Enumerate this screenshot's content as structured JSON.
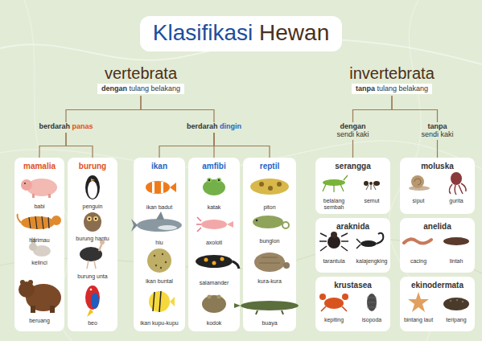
{
  "diagram": {
    "title": "Klasifikasi Hewan",
    "nodes": [
      {
        "text": [
          "vertebrata",
          "dengan tulang belakang"
        ]
      },
      {
        "text": [
          "invertebrata",
          "tanpa tulang belakang"
        ]
      },
      {
        "text": [
          "berdarah panas"
        ]
      },
      {
        "text": [
          "berdarah dingin"
        ]
      },
      {
        "text": [
          "dengan sendi kaki"
        ]
      },
      {
        "text": [
          "tanpa sendi kaki"
        ]
      },
      {
        "text": [
          "mamalia",
          "babi",
          "harimau",
          "kelinci",
          "beruang"
        ]
      },
      {
        "text": [
          "burung",
          "penguin",
          "burung hantu",
          "burung unta",
          "beo"
        ]
      },
      {
        "text": [
          "ikan",
          "ikan badut",
          "hiu",
          "ikan buntal",
          "ikan kupu-kupu"
        ]
      },
      {
        "text": [
          "amfibi",
          "katak",
          "axolotl",
          "salamander",
          "kodok"
        ]
      },
      {
        "text": [
          "reptil",
          "piton",
          "bunglon",
          "kura-kura",
          "buaya"
        ]
      },
      {
        "text": [
          "serangga",
          "belalang sembah",
          "semut"
        ]
      },
      {
        "text": [
          "araknida",
          "tarantula",
          "kalajengking"
        ]
      },
      {
        "text": [
          "krustasea",
          "kepiting",
          "isopoda"
        ]
      },
      {
        "text": [
          "moluska",
          "siput",
          "gurita"
        ]
      },
      {
        "text": [
          "anelida",
          "cacing",
          "lintah"
        ]
      },
      {
        "text": [
          "ekinodermata",
          "bintang laut",
          "teripang"
        ]
      }
    ],
    "edges": [
      {
        "from": 0,
        "to": 2,
        "arrow": "none"
      },
      {
        "from": 0,
        "to": 3,
        "arrow": "none"
      },
      {
        "from": 1,
        "to": 4,
        "arrow": "none"
      },
      {
        "from": 1,
        "to": 5,
        "arrow": "none"
      },
      {
        "from": 2,
        "to": 6,
        "arrow": "none"
      },
      {
        "from": 2,
        "to": 7,
        "arrow": "none"
      },
      {
        "from": 3,
        "to": 8,
        "arrow": "none"
      },
      {
        "from": 3,
        "to": 9,
        "arrow": "none"
      },
      {
        "from": 3,
        "to": 10,
        "arrow": "none"
      },
      {
        "from": 4,
        "to": 11,
        "arrow": "none"
      },
      {
        "from": 5,
        "to": 14,
        "arrow": "none"
      }
    ]
  }
}
